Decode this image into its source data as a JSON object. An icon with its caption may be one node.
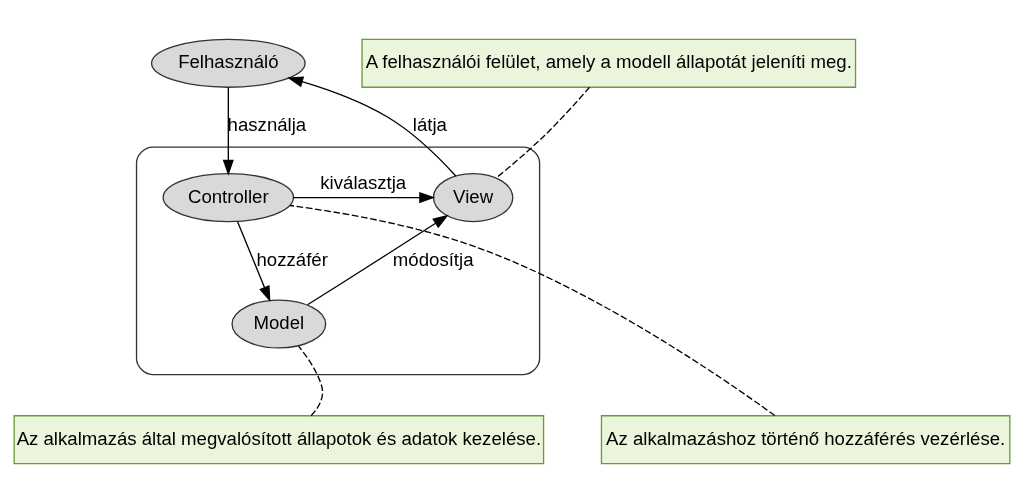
{
  "diagram": {
    "nodes": [
      {
        "text": [
          "Felhasználó"
        ]
      },
      {
        "text": [],
        "shape": "box"
      },
      {
        "text": [
          "View"
        ],
        "in": 1
      },
      {
        "text": [
          "Controller"
        ],
        "in": 1
      },
      {
        "text": [
          "Model"
        ],
        "in": 1
      },
      {
        "text": [
          "A felhasználói felület, amely a modell állapotát jeleníti meg."
        ]
      },
      {
        "text": [
          "Az alkalmazás által megvalósított állapotok és adatok kezelése."
        ]
      },
      {
        "text": [
          "Az alkalmazáshoz történő hozzáférés vezérlése."
        ]
      }
    ],
    "edges": [
      {
        "from": 2,
        "to": 0,
        "arrow": "to",
        "label": "látja"
      },
      {
        "from": 0,
        "to": 3,
        "arrow": "to",
        "label": "használja"
      },
      {
        "from": 3,
        "to": 2,
        "arrow": "to",
        "label": "kiválasztja"
      },
      {
        "from": 3,
        "to": 4,
        "arrow": "to",
        "label": "hozzáfér"
      },
      {
        "from": 4,
        "to": 2,
        "arrow": "to",
        "label": "módosítja"
      },
      {
        "from": 5,
        "to": 2,
        "arrow": "none",
        "style": "dashed"
      },
      {
        "from": 6,
        "to": 4,
        "arrow": "none",
        "style": "dashed"
      },
      {
        "from": 7,
        "to": 3,
        "arrow": "none",
        "style": "dashed"
      }
    ]
  }
}
